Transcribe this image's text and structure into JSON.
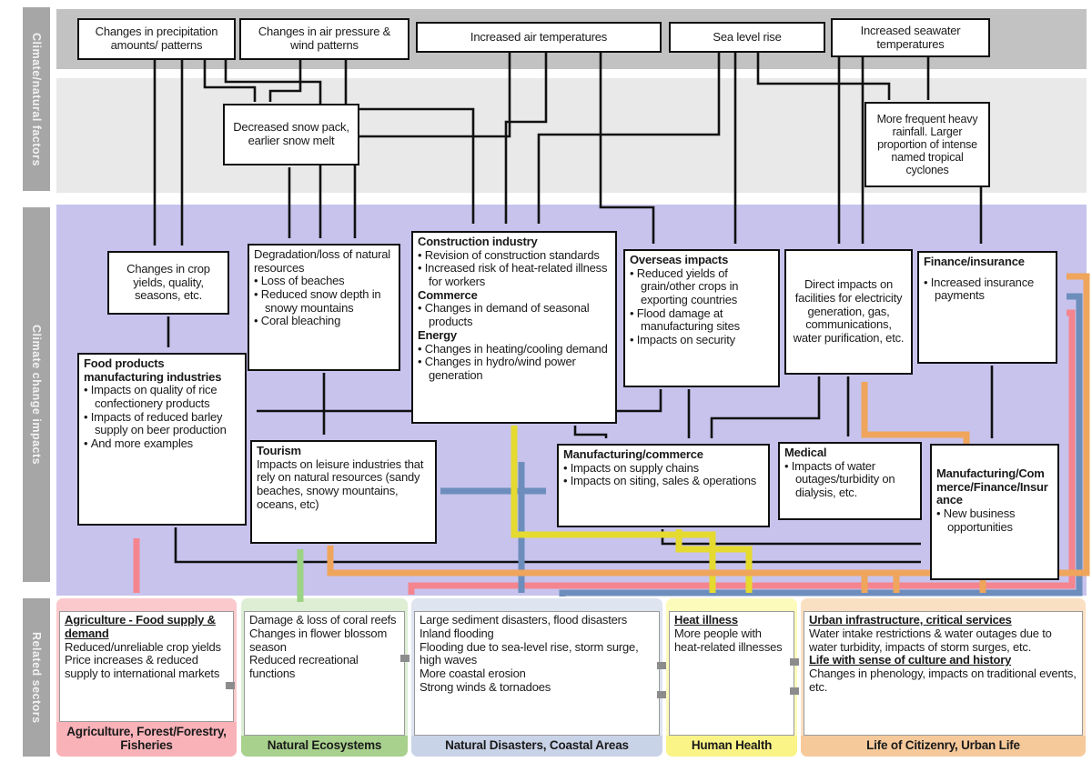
{
  "sidebar": {
    "bands": [
      {
        "label": "Climate/natural factors"
      },
      {
        "label": "Climate change impacts"
      },
      {
        "label": "Related sectors"
      }
    ]
  },
  "factors": {
    "primary": [
      "Changes in precipitation amounts/ patterns",
      "Changes in air pressure & wind patterns",
      "Increased air temperatures",
      "Sea level rise",
      "Increased seawater temperatures"
    ],
    "secondary": [
      "Decreased snow pack, earlier snow melt",
      "More frequent heavy rainfall. Larger proportion of intense named tropical cyclones"
    ]
  },
  "impacts": {
    "crop": {
      "text": "Changes in crop yields, quality, seasons, etc."
    },
    "degradation": {
      "title": "Degradation/loss of natural resources",
      "bullets": [
        "Loss of beaches",
        "Reduced snow depth in snowy mountains",
        "Coral bleaching"
      ]
    },
    "construction": {
      "sections": [
        {
          "heading": "Construction industry",
          "bullets": [
            "Revision of construction standards",
            "Increased risk of heat-related illness for workers"
          ]
        },
        {
          "heading": "Commerce",
          "bullets": [
            "Changes in demand of seasonal products"
          ]
        },
        {
          "heading": "Energy",
          "bullets": [
            "Changes in heating/cooling demand",
            "Changes in hydro/wind power generation"
          ]
        }
      ]
    },
    "overseas": {
      "heading": "Overseas impacts",
      "bullets": [
        "Reduced yields of grain/other crops in exporting countries",
        "Flood damage at manufacturing sites",
        "Impacts on security"
      ]
    },
    "direct": {
      "text": "Direct impacts on facilities for electricity generation, gas, communications, water purification, etc."
    },
    "finance": {
      "heading": "Finance/insurance",
      "bullets": [
        "Increased insurance payments"
      ]
    },
    "food": {
      "heading": "Food products manufacturing industries",
      "bullets": [
        "Impacts on quality of rice confectionery products",
        "Impacts of reduced barley supply on beer production",
        "And more examples"
      ]
    },
    "tourism": {
      "heading": "Tourism",
      "body": "Impacts on leisure industries that rely on natural resources (sandy beaches, snowy mountains, oceans, etc)"
    },
    "manufacturing_commerce": {
      "heading": "Manufacturing/commerce",
      "bullets": [
        "Impacts on supply chains",
        "Impacts on siting, sales & operations"
      ]
    },
    "medical": {
      "heading": "Medical",
      "bullets": [
        "Impacts of water outages/turbidity on dialysis, etc."
      ]
    },
    "mcfi": {
      "heading": "Manufacturing/Commerce/Finance/Insurance",
      "bullets": [
        "New business opportunities"
      ]
    }
  },
  "sectors": [
    {
      "title": "Agriculture - Food supply & demand",
      "items": [
        "Reduced/unreliable crop yields",
        "Price increases & reduced supply to international markets"
      ],
      "footer": "Agriculture, Forest/Forestry, Fisheries"
    },
    {
      "items": [
        "Damage & loss of coral reefs",
        "Changes in flower blossom season",
        "Reduced recreational functions"
      ],
      "footer": "Natural Ecosystems"
    },
    {
      "items": [
        "Large sediment disasters, flood disasters",
        "Inland flooding",
        "Flooding due to sea-level rise, storm surge, high waves",
        "More coastal erosion",
        "Strong winds & tornadoes"
      ],
      "footer": "Natural Disasters, Coastal Areas"
    },
    {
      "title": "Heat illness",
      "items": [
        "More people with heat-related illnesses"
      ],
      "footer": "Human Health"
    },
    {
      "entries": [
        {
          "title": "Urban infrastructure, critical services",
          "text": "Water intake restrictions & water outages due to water turbidity, impacts of storm surges, etc."
        },
        {
          "title": "Life with sense of culture and history",
          "text": "Changes in phenology, impacts on traditional events, etc."
        }
      ],
      "footer": "Life of Citizenry, Urban Life"
    }
  ],
  "colors": {
    "black": "#111111",
    "pink_arrow": "#f4858e",
    "green_arrow": "#9cd385",
    "slate_arrow": "#6d8ebd",
    "yellow_arrow": "#e5da2f",
    "orange_arrow": "#efa55c",
    "gray_connector": "#8c8c8c",
    "band_factors": "#c2c2c2",
    "band_secondary": "#e9e9e9",
    "band_impacts": "#c7c3ed",
    "sidebar_bg": "#a6a6a6",
    "sector_agriculture": "#fbc9cc",
    "sector_agriculture_footer": "#f8b2b8",
    "sector_ecosystems": "#ddeed4",
    "sector_ecosystems_footer": "#a9d18e",
    "sector_disasters": "#dee4f0",
    "sector_disasters_footer": "#c9d3e7",
    "sector_health": "#fdfbbb",
    "sector_health_footer": "#faf386",
    "sector_urban": "#fae0c3",
    "sector_urban_footer": "#f6c99b"
  }
}
